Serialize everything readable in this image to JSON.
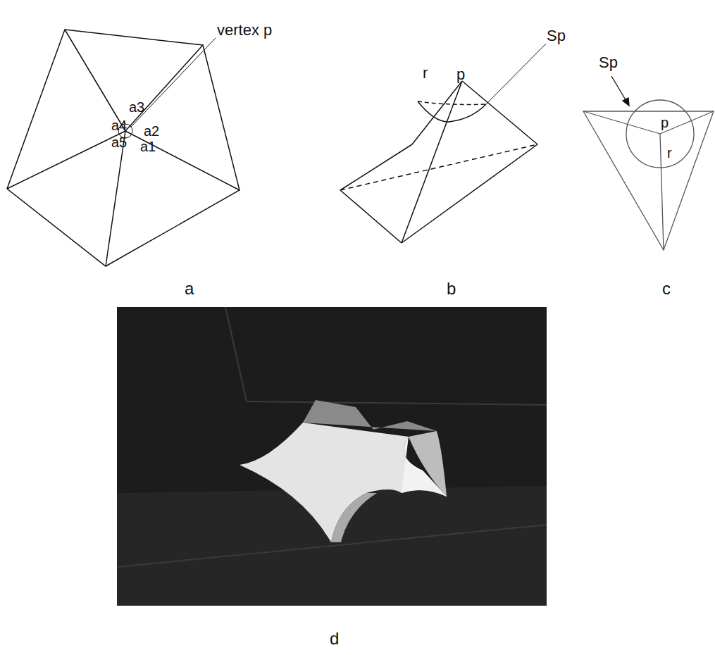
{
  "diagram": {
    "labels": [
      "vertex p",
      "a3",
      "a4",
      "a2",
      "a5",
      "a1",
      "a",
      "Sp",
      "p",
      "r",
      "b",
      "Sp",
      "p",
      "r",
      "c",
      "d"
    ]
  }
}
